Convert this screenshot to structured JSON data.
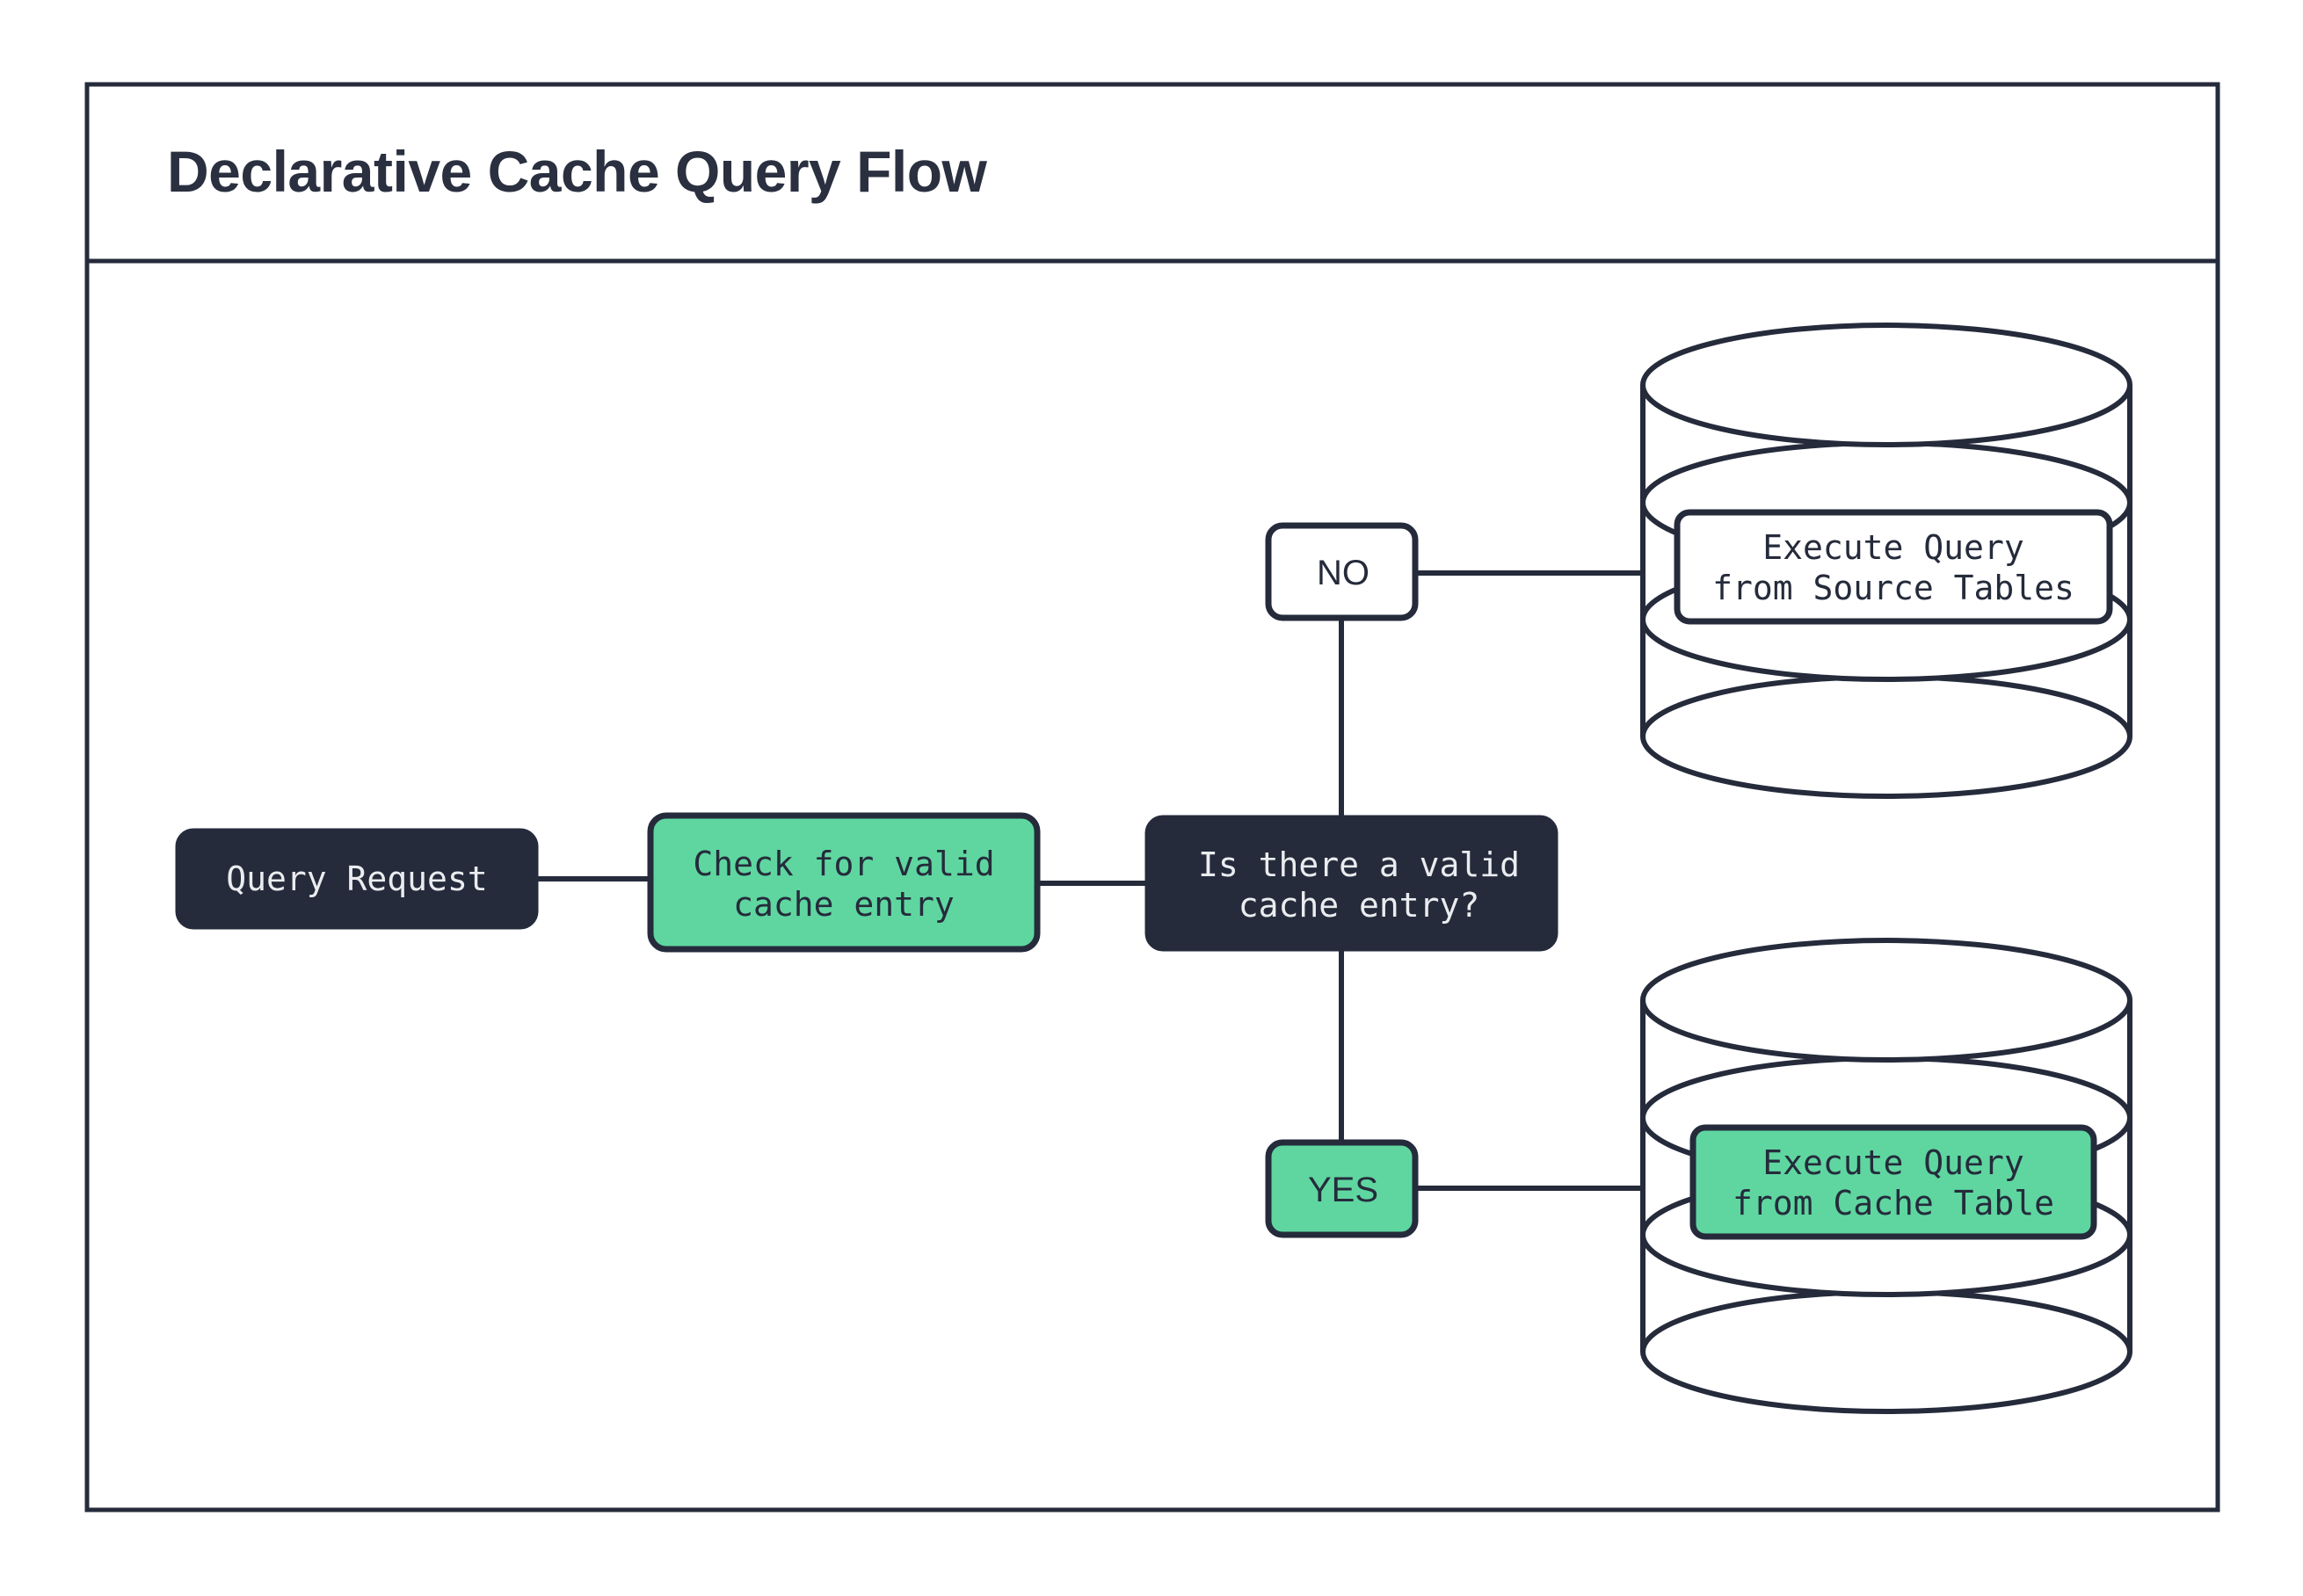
{
  "frame": {
    "title": "Declarative Cache Query Flow",
    "border_color": "#252B3B",
    "background_color": "#ffffff"
  },
  "palette": {
    "dark": "#252B3B",
    "green": "#5FD6A0",
    "white": "#ffffff",
    "title_text": "#2B3040",
    "light_text": "#EAECEF"
  },
  "flow": {
    "start_node": {
      "label": "Query Request",
      "style": "dark"
    },
    "process_node": {
      "label_line1": "Check for valid",
      "label_line2": "cache entry",
      "style": "green"
    },
    "decision_node": {
      "label_line1": "Is there a valid",
      "label_line2": "cache entry?",
      "style": "dark"
    },
    "branches": [
      {
        "label": "NO",
        "style": "white",
        "direction": "up"
      },
      {
        "label": "YES",
        "style": "green",
        "direction": "down"
      }
    ],
    "datastores": [
      {
        "name": "source-tables-database",
        "label_line1": "Execute Query",
        "label_line2": "from Source Tables",
        "label_style": "white",
        "shape": "cylinder"
      },
      {
        "name": "cache-table-database",
        "label_line1": "Execute Query",
        "label_line2": "from Cache Table",
        "label_style": "green",
        "shape": "cylinder"
      }
    ]
  }
}
